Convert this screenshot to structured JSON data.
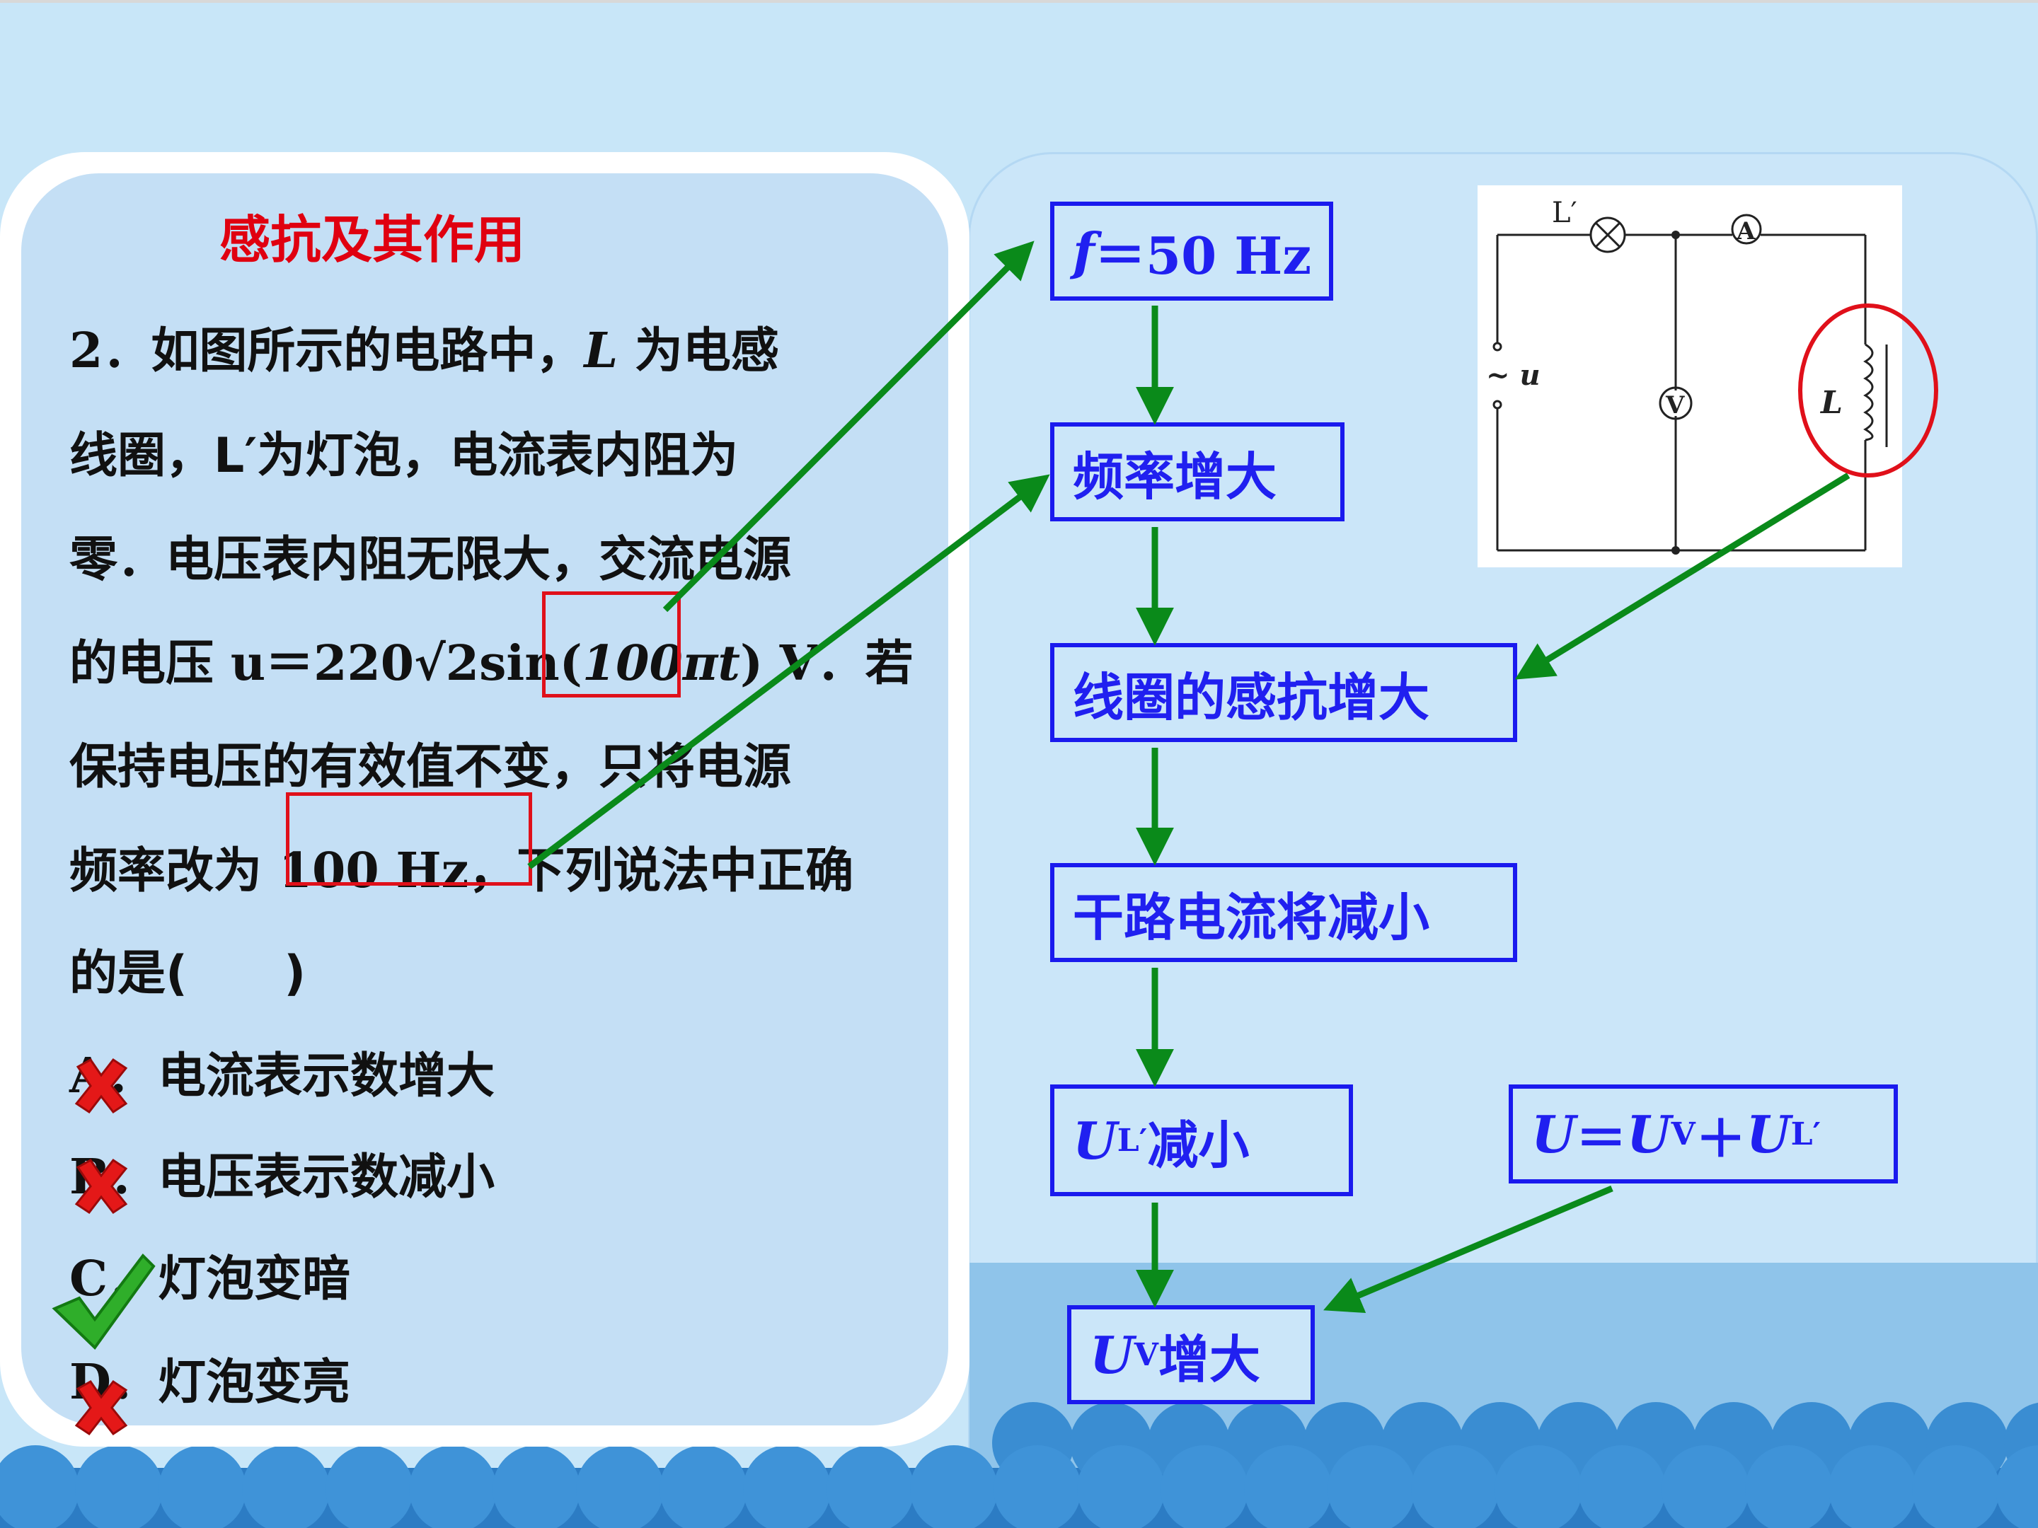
{
  "slide": {
    "title": "感抗及其作用",
    "question": {
      "line1_num": "2．",
      "line1_text": "如图所示的电路中，",
      "line1_var": "L",
      "line1_end": " 为电感",
      "line2": "线圈，L′为灯泡，电流表内阻为",
      "line3": "零．电压表内阻无限大，交流电源",
      "line4_pre": "的电压 ",
      "line4_formula_a": "u＝220√2sin(",
      "line4_formula_b": "100πt",
      "line4_formula_c": ") V．若",
      "line5": "保持电压的有效值不变，只将电源",
      "line6_pre": "频率改为",
      "line6_freq": "100 Hz",
      "line6_post": "，下列说法中正确",
      "line7": "的是(　　)"
    },
    "options": [
      {
        "letter": "A．",
        "text": "电流表示数增大",
        "mark": "cross"
      },
      {
        "letter": "B．",
        "text": "电压表示数减小",
        "mark": "cross"
      },
      {
        "letter": "C．",
        "text": "灯泡变暗",
        "mark": "check"
      },
      {
        "letter": "D．",
        "text": "灯泡变亮",
        "mark": "cross"
      }
    ],
    "flow": {
      "f_var": "f",
      "f_rest": "＝50 Hz",
      "step2": "频率增大",
      "step3": "线圈的感抗增大",
      "step4": "干路电流将减小",
      "step5_U": "U",
      "step5_sub": "L′",
      "step5_text": "减小",
      "step6_U": "U",
      "step6_sub": "V",
      "step6_text": "增大",
      "eq_U": "U",
      "eq_eq": "＝",
      "eq_U2": "U",
      "eq_sub2": "V",
      "eq_plus": "＋ ",
      "eq_U3": "U",
      "eq_sub3": "L′"
    },
    "circuit": {
      "lamp_label": "L′",
      "ammeter_label": "A",
      "voltmeter_label": "V",
      "source_label": "~ u",
      "inductor_label": "L"
    },
    "colors": {
      "arrow": "#0a8a1a",
      "flow_border": "#1a1aee",
      "highlight": "#e0101a",
      "title": "#e00010"
    }
  }
}
